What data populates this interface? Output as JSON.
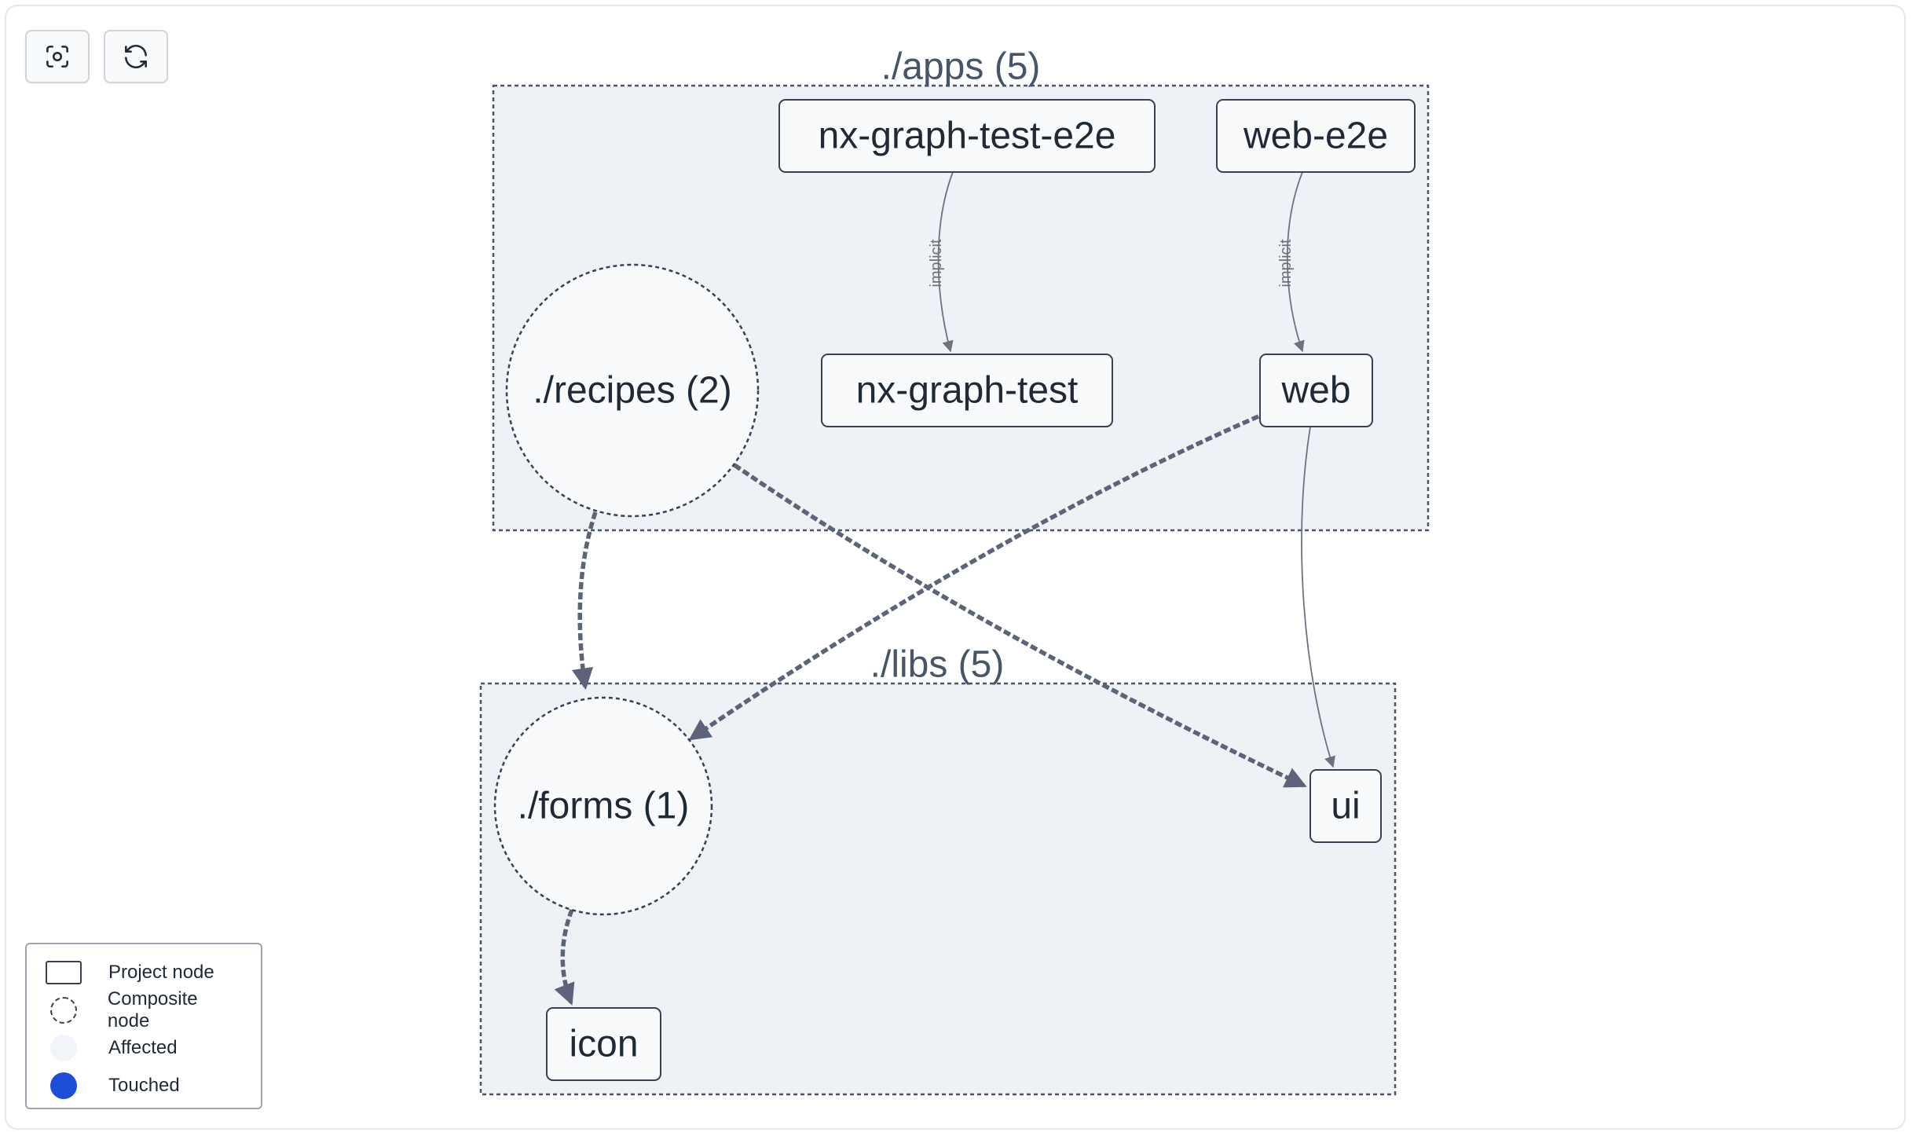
{
  "colors": {
    "group_fill": "#eef2f7",
    "group_stroke": "#4b5563",
    "node_fill": "#f8fafc",
    "node_stroke": "#374151",
    "edge": "#5b6478",
    "edge_thin": "#6b7280",
    "text": "#1f2937",
    "group_label": "#475569",
    "affected": "#f1f5f9",
    "touched": "#1d4ed8"
  },
  "toolbar": {
    "fit_icon": "focus-icon",
    "refresh_icon": "refresh-icon"
  },
  "groups": [
    {
      "id": "apps",
      "label": "./apps (5)"
    },
    {
      "id": "libs",
      "label": "./libs (5)"
    }
  ],
  "nodes": [
    {
      "id": "nx-graph-test-e2e",
      "label": "nx-graph-test-e2e",
      "kind": "project",
      "group": "apps"
    },
    {
      "id": "web-e2e",
      "label": "web-e2e",
      "kind": "project",
      "group": "apps"
    },
    {
      "id": "recipes",
      "label": "./recipes (2)",
      "kind": "composite",
      "group": "apps"
    },
    {
      "id": "nx-graph-test",
      "label": "nx-graph-test",
      "kind": "project",
      "group": "apps"
    },
    {
      "id": "web",
      "label": "web",
      "kind": "project",
      "group": "apps"
    },
    {
      "id": "forms",
      "label": "./forms (1)",
      "kind": "composite",
      "group": "libs"
    },
    {
      "id": "ui",
      "label": "ui",
      "kind": "project",
      "group": "libs"
    },
    {
      "id": "icon",
      "label": "icon",
      "kind": "project",
      "group": "libs"
    }
  ],
  "edges": [
    {
      "id": "e2e-to-nxgraphtest",
      "from": "nx-graph-test-e2e",
      "to": "nx-graph-test",
      "style": "thin",
      "label": "implicit"
    },
    {
      "id": "webe2e-to-web",
      "from": "web-e2e",
      "to": "web",
      "style": "thin",
      "label": "implicit"
    },
    {
      "id": "web-to-ui",
      "from": "web",
      "to": "ui",
      "style": "thin",
      "label": ""
    },
    {
      "id": "recipes-to-forms",
      "from": "recipes",
      "to": "forms",
      "style": "dashed",
      "label": ""
    },
    {
      "id": "recipes-to-ui",
      "from": "recipes",
      "to": "ui",
      "style": "dashed",
      "label": ""
    },
    {
      "id": "web-to-forms",
      "from": "web",
      "to": "forms",
      "style": "dashed",
      "label": ""
    },
    {
      "id": "forms-to-icon",
      "from": "forms",
      "to": "icon",
      "style": "dashed",
      "label": ""
    }
  ],
  "legend": {
    "items": [
      {
        "id": "project",
        "label": "Project node"
      },
      {
        "id": "composite",
        "label": "Composite node"
      },
      {
        "id": "affected",
        "label": "Affected"
      },
      {
        "id": "touched",
        "label": "Touched"
      }
    ]
  }
}
